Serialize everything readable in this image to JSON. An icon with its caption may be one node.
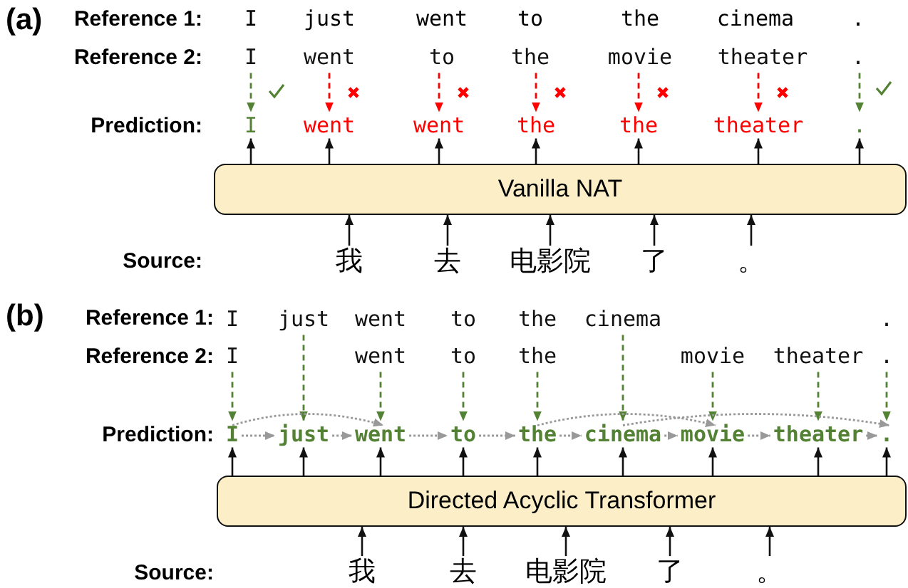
{
  "diagram": {
    "nodes": [
      {
        "text": [
          "I"
        ]
      },
      {
        "text": [
          "went"
        ]
      },
      {
        "text": [
          "to"
        ]
      },
      {
        "text": [
          "the"
        ]
      },
      {
        "text": [
          "movie"
        ]
      },
      {
        "text": [
          "theater"
        ]
      },
      {
        "text": [
          "."
        ]
      },
      {
        "text": [
          "I"
        ]
      },
      {
        "text": [
          "went"
        ]
      },
      {
        "text": [
          "went"
        ]
      },
      {
        "text": [
          "the"
        ]
      },
      {
        "text": [
          "the"
        ]
      },
      {
        "text": [
          "theater"
        ]
      },
      {
        "text": [
          "."
        ]
      },
      {
        "text": [
          "Vanilla NAT"
        ]
      },
      {
        "text": [
          "我"
        ]
      },
      {
        "text": [
          "去"
        ]
      },
      {
        "text": [
          "电影院"
        ]
      },
      {
        "text": [
          "了"
        ]
      },
      {
        "text": [
          "。"
        ]
      },
      {
        "text": [
          "I"
        ]
      },
      {
        "text": [
          "just"
        ]
      },
      {
        "text": [
          "went"
        ]
      },
      {
        "text": [
          "to"
        ]
      },
      {
        "text": [
          "the"
        ]
      },
      {
        "text": [
          "cinema"
        ]
      },
      {
        "text": [
          "."
        ]
      },
      {
        "text": [
          "I"
        ]
      },
      {
        "text": [
          "went"
        ]
      },
      {
        "text": [
          "to"
        ]
      },
      {
        "text": [
          "the"
        ]
      },
      {
        "text": [
          "movie"
        ]
      },
      {
        "text": [
          "theater"
        ]
      },
      {
        "text": [
          "."
        ]
      },
      {
        "text": [
          "I"
        ]
      },
      {
        "text": [
          "just"
        ]
      },
      {
        "text": [
          "went"
        ]
      },
      {
        "text": [
          "to"
        ]
      },
      {
        "text": [
          "the"
        ]
      },
      {
        "text": [
          "cinema"
        ]
      },
      {
        "text": [
          "movie"
        ]
      },
      {
        "text": [
          "theater"
        ]
      },
      {
        "text": [
          "."
        ]
      },
      {
        "text": [
          "Directed Acyclic Transformer"
        ]
      },
      {
        "text": [
          "我"
        ]
      },
      {
        "text": [
          "去"
        ]
      },
      {
        "text": [
          "电影院"
        ]
      },
      {
        "text": [
          "了"
        ]
      },
      {
        "text": [
          "。"
        ]
      }
    ],
    "edges": [
      {
        "from": 0,
        "to": 7,
        "arrow": "to",
        "style": "dashed",
        "color": "#548235"
      },
      {
        "from": 1,
        "to": 8,
        "arrow": "to",
        "style": "dashed",
        "color": "#ff0000"
      },
      {
        "from": 2,
        "to": 9,
        "arrow": "to",
        "style": "dashed",
        "color": "#ff0000"
      },
      {
        "from": 3,
        "to": 10,
        "arrow": "to",
        "style": "dashed",
        "color": "#ff0000"
      },
      {
        "from": 4,
        "to": 11,
        "arrow": "to",
        "style": "dashed",
        "color": "#ff0000"
      },
      {
        "from": 5,
        "to": 12,
        "arrow": "to",
        "style": "dashed",
        "color": "#ff0000"
      },
      {
        "from": 6,
        "to": 13,
        "arrow": "to",
        "style": "dashed",
        "color": "#548235"
      },
      {
        "from": 14,
        "to": 7,
        "arrow": "to"
      },
      {
        "from": 14,
        "to": 8,
        "arrow": "to"
      },
      {
        "from": 14,
        "to": 9,
        "arrow": "to"
      },
      {
        "from": 14,
        "to": 10,
        "arrow": "to"
      },
      {
        "from": 14,
        "to": 11,
        "arrow": "to"
      },
      {
        "from": 14,
        "to": 12,
        "arrow": "to"
      },
      {
        "from": 14,
        "to": 13,
        "arrow": "to"
      },
      {
        "from": 15,
        "to": 14,
        "arrow": "to"
      },
      {
        "from": 16,
        "to": 14,
        "arrow": "to"
      },
      {
        "from": 17,
        "to": 14,
        "arrow": "to"
      },
      {
        "from": 18,
        "to": 14,
        "arrow": "to"
      },
      {
        "from": 19,
        "to": 14,
        "arrow": "to"
      },
      {
        "from": 27,
        "to": 34,
        "arrow": "to",
        "style": "dashed",
        "color": "#548235"
      },
      {
        "from": 21,
        "to": 35,
        "arrow": "to",
        "style": "dashed",
        "color": "#548235"
      },
      {
        "from": 28,
        "to": 36,
        "arrow": "to",
        "style": "dashed",
        "color": "#548235"
      },
      {
        "from": 29,
        "to": 37,
        "arrow": "to",
        "style": "dashed",
        "color": "#548235"
      },
      {
        "from": 30,
        "to": 38,
        "arrow": "to",
        "style": "dashed",
        "color": "#548235"
      },
      {
        "from": 25,
        "to": 39,
        "arrow": "to",
        "style": "dashed",
        "color": "#548235"
      },
      {
        "from": 31,
        "to": 40,
        "arrow": "to",
        "style": "dashed",
        "color": "#548235"
      },
      {
        "from": 32,
        "to": 41,
        "arrow": "to",
        "style": "dashed",
        "color": "#548235"
      },
      {
        "from": 33,
        "to": 42,
        "arrow": "to",
        "style": "dashed",
        "color": "#548235"
      },
      {
        "from": 34,
        "to": 35,
        "arrow": "to",
        "style": "dashed",
        "color": "#999999"
      },
      {
        "from": 35,
        "to": 36,
        "arrow": "to",
        "style": "dashed",
        "color": "#999999"
      },
      {
        "from": 36,
        "to": 37,
        "arrow": "to",
        "style": "dashed",
        "color": "#999999"
      },
      {
        "from": 37,
        "to": 38,
        "arrow": "to",
        "style": "dashed",
        "color": "#999999"
      },
      {
        "from": 38,
        "to": 39,
        "arrow": "to",
        "style": "dashed",
        "color": "#999999"
      },
      {
        "from": 39,
        "to": 40,
        "arrow": "to",
        "style": "dashed",
        "color": "#999999"
      },
      {
        "from": 40,
        "to": 41,
        "arrow": "to",
        "style": "dashed",
        "color": "#999999"
      },
      {
        "from": 41,
        "to": 42,
        "arrow": "to",
        "style": "dashed",
        "color": "#999999"
      },
      {
        "from": 34,
        "to": 36,
        "arrow": "to",
        "style": "dashed",
        "color": "#999999"
      },
      {
        "from": 38,
        "to": 40,
        "arrow": "to",
        "style": "dashed",
        "color": "#999999"
      },
      {
        "from": 39,
        "to": 42,
        "arrow": "to",
        "style": "dashed",
        "color": "#999999"
      },
      {
        "from": 43,
        "to": 34,
        "arrow": "to"
      },
      {
        "from": 43,
        "to": 35,
        "arrow": "to"
      },
      {
        "from": 43,
        "to": 36,
        "arrow": "to"
      },
      {
        "from": 43,
        "to": 37,
        "arrow": "to"
      },
      {
        "from": 43,
        "to": 38,
        "arrow": "to"
      },
      {
        "from": 43,
        "to": 39,
        "arrow": "to"
      },
      {
        "from": 43,
        "to": 40,
        "arrow": "to"
      },
      {
        "from": 43,
        "to": 41,
        "arrow": "to"
      },
      {
        "from": 43,
        "to": 42,
        "arrow": "to"
      },
      {
        "from": 44,
        "to": 43,
        "arrow": "to"
      },
      {
        "from": 45,
        "to": 43,
        "arrow": "to"
      },
      {
        "from": 46,
        "to": 43,
        "arrow": "to"
      },
      {
        "from": 47,
        "to": 43,
        "arrow": "to"
      },
      {
        "from": 48,
        "to": 43,
        "arrow": "to"
      }
    ],
    "labels": [
      "(a)",
      "Reference 1:",
      "I",
      "just",
      "went",
      "to",
      "the",
      "cinema",
      ".",
      "Reference 2:",
      "Prediction:",
      "Source:",
      "(b)",
      "Reference 1:",
      "Reference 2:",
      "Prediction:",
      "Source:"
    ]
  }
}
